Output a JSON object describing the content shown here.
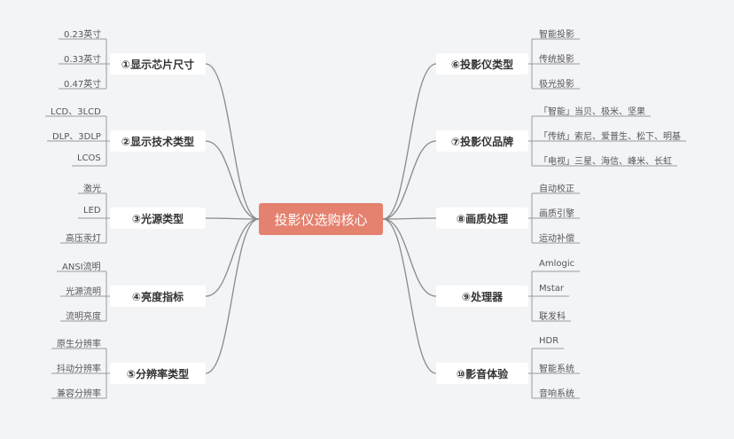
{
  "center": {
    "label": "投影仪选购核心"
  },
  "colors": {
    "background": "#f3f4f6",
    "center": "#e4826f",
    "connector": "#8a8a8a",
    "leafLine": "#9a9a9a"
  },
  "branches": {
    "left": [
      {
        "label": "①显示芯片尺寸",
        "leaves": [
          "0.23英寸",
          "0.33英寸",
          "0.47英寸"
        ]
      },
      {
        "label": "②显示技术类型",
        "leaves": [
          "LCD、3LCD",
          "DLP、3DLP",
          "LCOS"
        ]
      },
      {
        "label": "③光源类型",
        "leaves": [
          "激光",
          "LED",
          "高压汞灯"
        ]
      },
      {
        "label": "④亮度指标",
        "leaves": [
          "ANSI流明",
          "光源流明",
          "流明亮度"
        ]
      },
      {
        "label": "⑤分辨率类型",
        "leaves": [
          "原生分辨率",
          "抖动分辨率",
          "兼容分辨率"
        ]
      }
    ],
    "right": [
      {
        "label": "⑥投影仪类型",
        "leaves": [
          "智能投影",
          "传统投影",
          "极光投影"
        ]
      },
      {
        "label": "⑦投影仪品牌",
        "leaves": [
          "「智能」当贝、极米、坚果",
          "「传统」索尼、爱普生、松下、明基",
          "「电视」三星、海信、峰米、长虹"
        ]
      },
      {
        "label": "⑧画质处理",
        "leaves": [
          "自动校正",
          "画质引擎",
          "运动补偿"
        ]
      },
      {
        "label": "⑨处理器",
        "leaves": [
          "Amlogic",
          "Mstar",
          "联发科"
        ]
      },
      {
        "label": "⑩影音体验",
        "leaves": [
          "HDR",
          "智能系统",
          "音响系统"
        ]
      }
    ]
  }
}
